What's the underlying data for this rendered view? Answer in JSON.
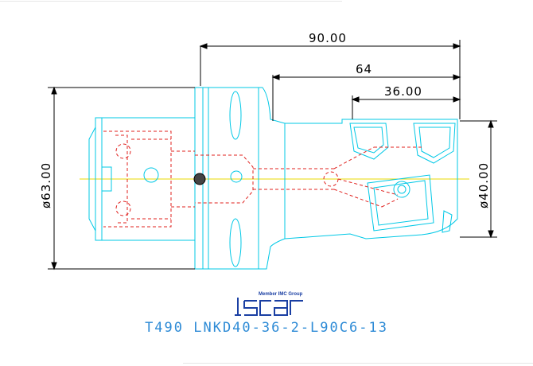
{
  "drawing": {
    "dimensions": {
      "overall_length": "90.00",
      "mid_length": "64",
      "short_length": "36.00",
      "flange_diameter": "ø63.00",
      "head_diameter": "ø40.00"
    }
  },
  "logo": {
    "tagline": "Member IMC Group",
    "brand": "iscar"
  },
  "caption": {
    "part_number": "T490 LNKD40-36-2-L90C6-13"
  },
  "colors": {
    "outline": "#00c8e6",
    "hidden": "#e0211e",
    "centerline": "#e8d800",
    "dimension": "#000000",
    "caption": "#2e8bd6",
    "logo": "#1a3fa3"
  }
}
